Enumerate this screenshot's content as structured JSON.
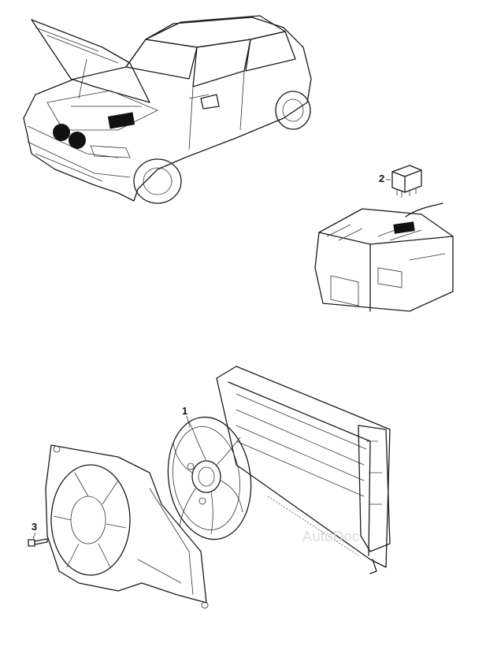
{
  "parts": [
    {
      "number": "1"
    },
    {
      "number": "2"
    },
    {
      "number": "3"
    }
  ],
  "watermark": "AutoDoc",
  "colors": {
    "line": "#1a1a1a",
    "background": "#ffffff",
    "highlight": "#111111"
  }
}
